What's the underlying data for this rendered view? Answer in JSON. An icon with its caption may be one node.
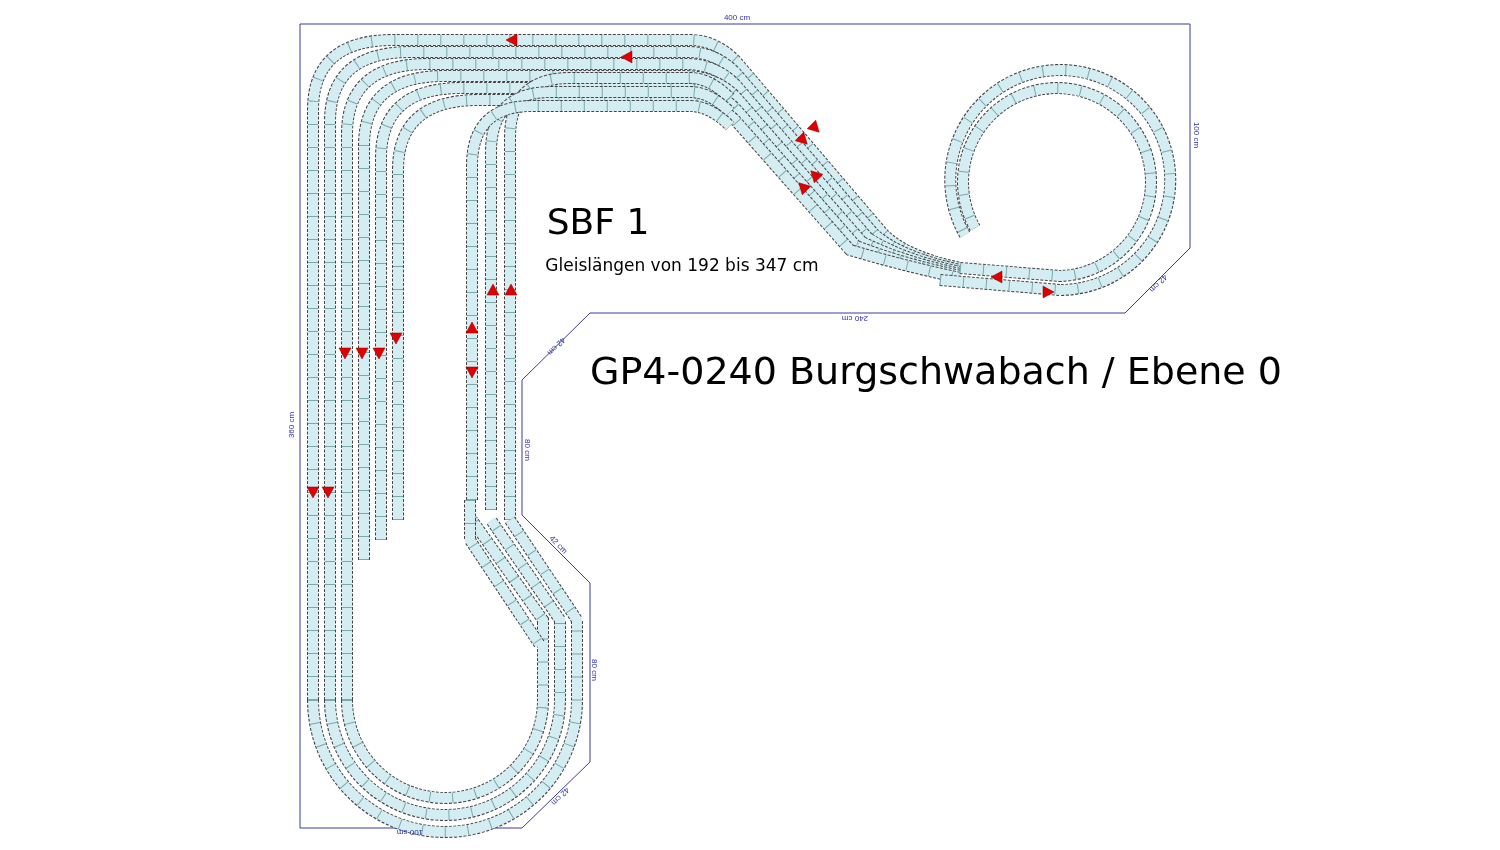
{
  "diagram": {
    "title": "GP4-0240 Burgschwabach / Ebene 0",
    "labels": [
      "400 cm",
      "100 cm",
      "SBF 1",
      "Gleislängen von 192 bis 347 cm",
      "42 cm",
      "240 cm",
      "42 cm",
      "360 cm",
      "80 cm",
      "42 cm",
      "80 cm",
      "42 cm",
      "100 cm"
    ]
  }
}
